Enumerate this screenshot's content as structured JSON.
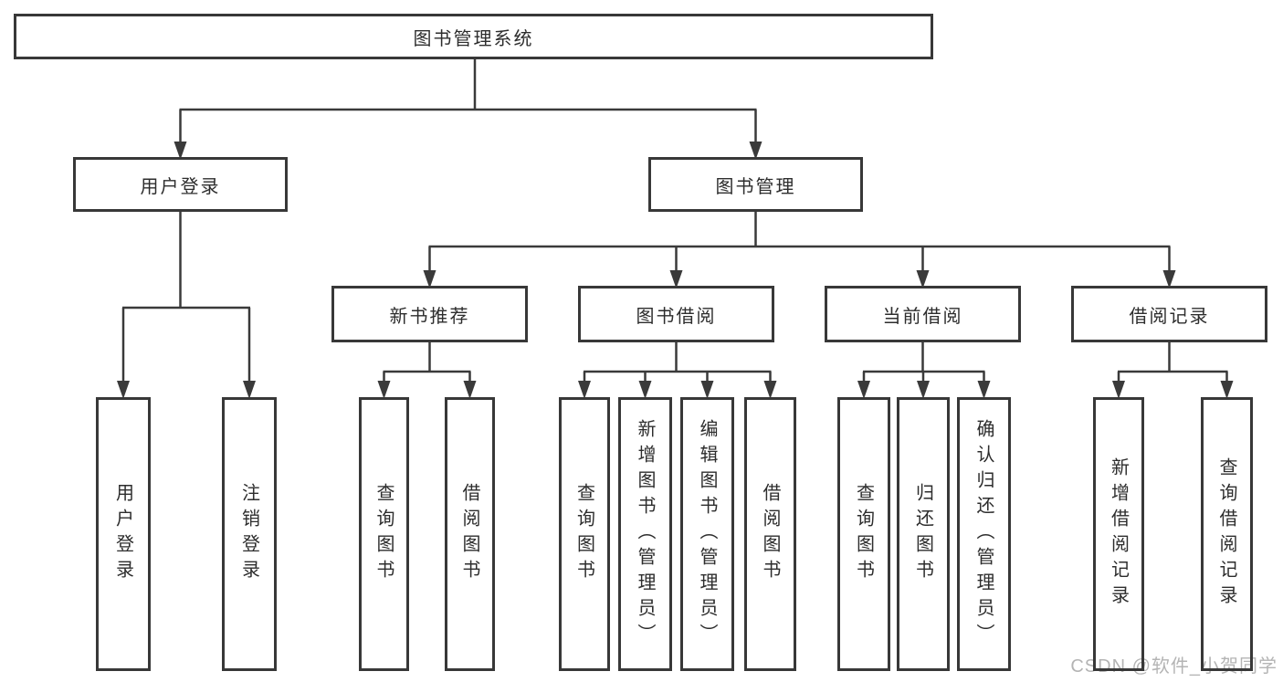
{
  "page": {
    "background_color": "#ffffff",
    "watermark": "CSDN @软件_小贺同学",
    "watermark_color": "#b4b4b4"
  },
  "diagram": {
    "type": "hierarchy-tree",
    "line_color": "#3a3a3a",
    "box_border_color": "#383838",
    "text_color": "#2d2d2d",
    "nodes": {
      "root": {
        "label": "图书管理系统"
      },
      "user_login": {
        "label": "用户登录"
      },
      "book_mgmt": {
        "label": "图书管理"
      },
      "new_book_rec": {
        "label": "新书推荐"
      },
      "book_borrow": {
        "label": "图书借阅"
      },
      "current_borrow": {
        "label": "当前借阅"
      },
      "borrow_record": {
        "label": "借阅记录"
      },
      "leaf_user_login": {
        "label": "用户登录"
      },
      "leaf_logout": {
        "label": "注销登录"
      },
      "leaf_query_book_1": {
        "label": "查询图书"
      },
      "leaf_borrow_book_1": {
        "label": "借阅图书"
      },
      "leaf_query_book_2": {
        "label": "查询图书"
      },
      "leaf_add_book": {
        "label": "新增图书（管理员）"
      },
      "leaf_edit_book": {
        "label": "编辑图书（管理员）"
      },
      "leaf_borrow_book_2": {
        "label": "借阅图书"
      },
      "leaf_query_book_3": {
        "label": "查询图书"
      },
      "leaf_return_book": {
        "label": "归还图书"
      },
      "leaf_confirm_return": {
        "label": "确认归还（管理员）"
      },
      "leaf_add_record": {
        "label": "新增借阅记录"
      },
      "leaf_query_record": {
        "label": "查询借阅记录"
      }
    },
    "edges": [
      "图书管理系统→用户登录",
      "图书管理系统→图书管理",
      "用户登录→用户登录(叶)",
      "用户登录→注销登录",
      "图书管理→新书推荐",
      "图书管理→图书借阅",
      "图书管理→当前借阅",
      "图书管理→借阅记录",
      "新书推荐→查询图书",
      "新书推荐→借阅图书",
      "图书借阅→查询图书",
      "图书借阅→新增图书（管理员）",
      "图书借阅→编辑图书（管理员）",
      "图书借阅→借阅图书",
      "当前借阅→查询图书",
      "当前借阅→归还图书",
      "当前借阅→确认归还（管理员）",
      "借阅记录→新增借阅记录",
      "借阅记录→查询借阅记录"
    ]
  }
}
